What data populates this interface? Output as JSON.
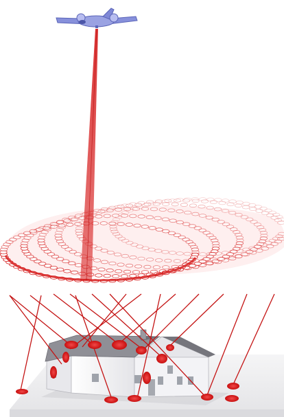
{
  "scene": {
    "subject": "airborne-lidar-scanning",
    "colors": {
      "background": "#ffffff",
      "plane_body": "#7f88d6",
      "plane_outline": "#5a64b8",
      "laser": "#d61d1d",
      "laser_light": "#f08a8a",
      "swath_fill": "#fbd7d7",
      "house_wall": "#f1f1f3",
      "house_shadow": "#c9c9cf",
      "roof": "#8f8f96",
      "roof_dark": "#6f6f76",
      "ground": "#eeeeef",
      "ground_edge": "#d8d8dc"
    },
    "elements": {
      "aircraft": "plane-icon",
      "laser_beam": "laser-beam",
      "scan_swath": "scan-swath",
      "house": "house-icon",
      "returns": "laser-return-points"
    }
  }
}
